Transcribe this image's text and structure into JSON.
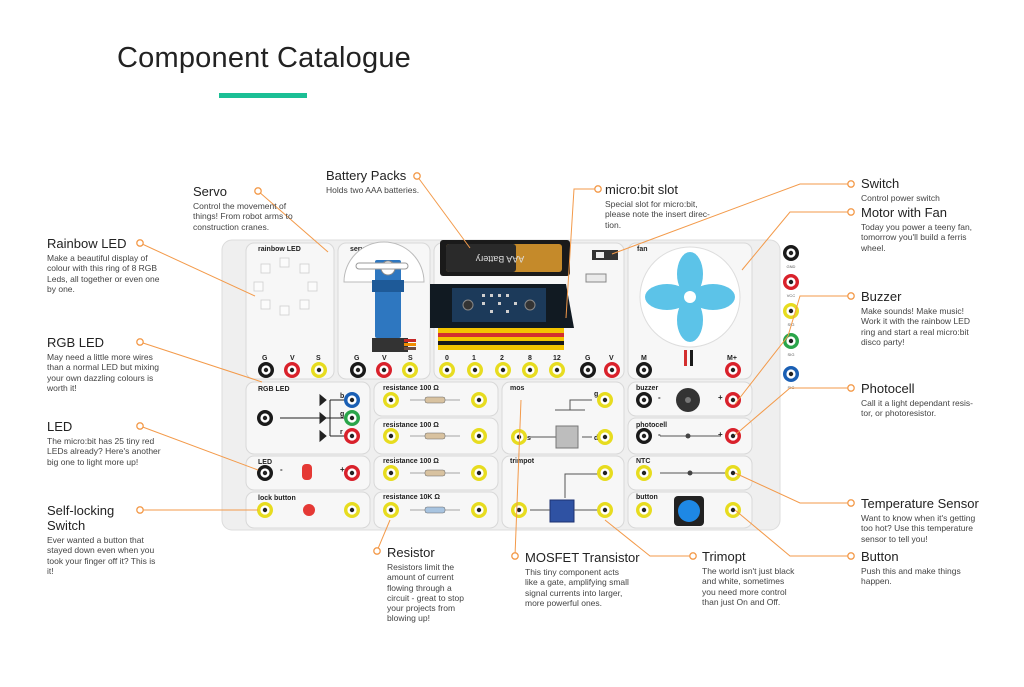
{
  "page": {
    "title": "Component Catalogue"
  },
  "colors": {
    "accent": "#1bbf95",
    "leader": "#f39a4a",
    "board": "#eeeeee",
    "jack_yellow": "#e7dc1f",
    "jack_red": "#d9212b",
    "jack_black": "#1a1a1a",
    "jack_blue": "#1a5fb4",
    "jack_green": "#2aa54a"
  },
  "callouts": {
    "servo": {
      "title": "Servo",
      "desc": "Control the movement of\nthings! From robot arms to\nconstruction cranes."
    },
    "battery": {
      "title": "Battery Packs",
      "desc": "Holds two AAA batteries."
    },
    "microbit": {
      "title": "micro:bit slot",
      "desc": "Special slot for micro:bit,\nplease note the insert direc-\ntion."
    },
    "switch": {
      "title": "Switch",
      "desc": "Control power switch"
    },
    "motor": {
      "title": "Motor with Fan",
      "desc": "Today you power a teeny fan,\ntomorrow you'll build a ferris\nwheel."
    },
    "rainbow": {
      "title": "Rainbow LED",
      "desc": "Make a beautiful display of\ncolour with this ring of 8 RGB\nLeds, all together or even one\nby one."
    },
    "rgb": {
      "title": "RGB LED",
      "desc": "May need a little more wires\nthan a normal LED but mixing\nyour own dazzling colours is\nworth it!"
    },
    "led": {
      "title": "LED",
      "desc": "The micro:bit has 25 tiny red\nLEDs already? Here's another\nbig one to light more up!"
    },
    "selflock": {
      "title": "Self-locking\nSwitch",
      "desc": "Ever wanted a button that\nstayed down even when you\ntook your finger off it? This is\nit!"
    },
    "buzzer": {
      "title": "Buzzer",
      "desc": "Make sounds! Make music!\nWork it with the rainbow LED\nring and start a real micro:bit\ndisco party!"
    },
    "photocell": {
      "title": "Photocell",
      "desc": "Call it a light dependant resis-\ntor, or photoresistor."
    },
    "temp": {
      "title": "Temperature Sensor",
      "desc": "Want to know when it's getting\ntoo hot? Use this temperature\nsensor to tell you!"
    },
    "button": {
      "title": "Button",
      "desc": "Push this and make things\nhappen."
    },
    "resistor": {
      "title": "Resistor",
      "desc": "Resistors limit the\namount of current\nflowing through a\ncircuit - great to stop\nyour projects from\nblowing up!"
    },
    "mosfet": {
      "title": "MOSFET Transistor",
      "desc": "This tiny component acts\nlike a gate, amplifying small\nsignal currents into larger,\nmore powerful ones."
    },
    "trimpot": {
      "title": "Trimopt",
      "desc": "The world isn't just black\nand white, sometimes\nyou need more control\nthan just On and Off."
    }
  },
  "board": {
    "rainbow_led": "rainbow LED",
    "servo": "servo",
    "battery_text": "AAA Battery",
    "fan": "fan",
    "rgb_led": "RGB LED",
    "led": "LED",
    "lock_button": "lock button",
    "resistance_100": "resistance 100 Ω",
    "resistance_10k": "resistance 10K Ω",
    "mos": "mos",
    "trimpot": "trimpot",
    "buzzer": "buzzer",
    "photocell": "photocell",
    "ntc": "NTC",
    "button": "button",
    "pin_g": "G",
    "pin_v": "V",
    "pin_s": "S",
    "pin_m": "M",
    "pin_mplus": "M+",
    "rgb_b": "b",
    "rgb_g": "g",
    "rgb_r": "r",
    "mos_g": "g",
    "mos_s": "s",
    "mos_d": "d",
    "minus": "-",
    "plus": "+",
    "pins": [
      "0",
      "1",
      "2",
      "8",
      "12"
    ],
    "side_labels": [
      "GND",
      "VCC",
      "SIG",
      "SIG",
      "SIG"
    ]
  }
}
